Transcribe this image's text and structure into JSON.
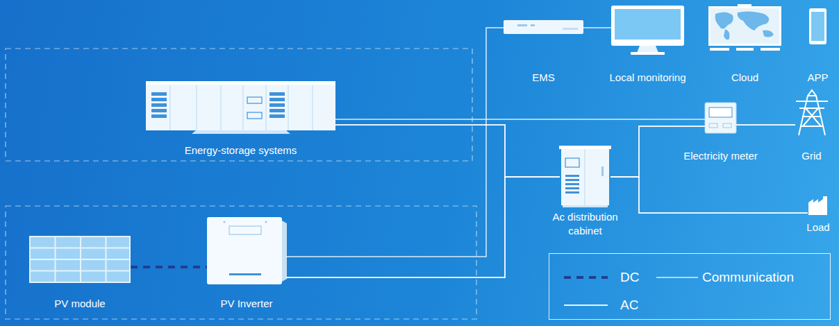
{
  "diagram": {
    "nodes": [
      {
        "text": [
          "EMS"
        ]
      },
      {
        "text": [
          "Local monitoring"
        ]
      },
      {
        "text": [
          "Cloud"
        ]
      },
      {
        "text": [
          "APP"
        ]
      },
      {
        "text": [
          "Energy-storage systems"
        ]
      },
      {
        "text": [
          "Electricity meter"
        ]
      },
      {
        "text": [
          "Grid"
        ]
      },
      {
        "text": [
          "Ac distribution cabinet"
        ]
      },
      {
        "text": [
          "Load"
        ]
      },
      {
        "text": [
          "PV module"
        ]
      },
      {
        "text": [
          "PV Inverter"
        ]
      }
    ],
    "edges": [
      {
        "from": 4,
        "to": 5,
        "arrow": "none"
      },
      {
        "from": 4,
        "to": 7,
        "arrow": "none"
      },
      {
        "from": 10,
        "to": 7,
        "arrow": "none"
      },
      {
        "from": 0,
        "to": 10,
        "arrow": "none"
      },
      {
        "from": 0,
        "to": 1,
        "arrow": "none"
      },
      {
        "from": 7,
        "to": 5,
        "arrow": "none"
      },
      {
        "from": 7,
        "to": 8,
        "arrow": "none"
      },
      {
        "from": 5,
        "to": 6,
        "arrow": "none"
      },
      {
        "from": 9,
        "to": 10,
        "arrow": "none"
      }
    ],
    "legend": [
      {
        "text": "DC"
      },
      {
        "text": "Communication"
      },
      {
        "text": "AC"
      }
    ]
  }
}
